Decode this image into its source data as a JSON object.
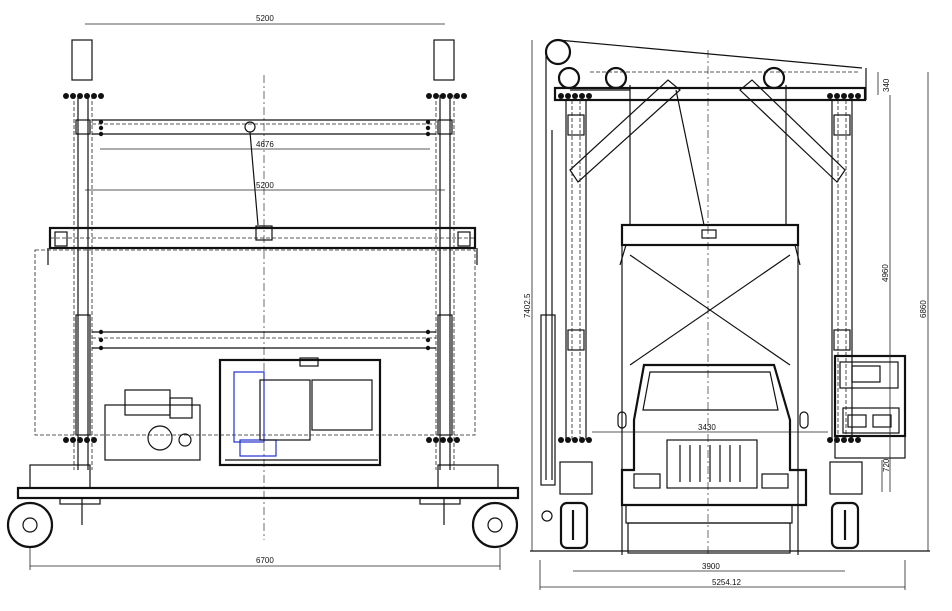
{
  "front_view": {
    "dimensions": {
      "top_span": "5200",
      "inner_bar": "4676",
      "mid_span": "5200",
      "overall_width": "6700"
    }
  },
  "side_view": {
    "dimensions": {
      "total_height": "7402.5",
      "top_offset": "340",
      "lift_height": "4960",
      "frame_height": "6860",
      "truck_width": "3430",
      "base_height": "720",
      "wheel_track": "3900",
      "overall_width": "5254.12"
    }
  },
  "colors": {
    "line": "#111111",
    "engine_outline": "#2233cc"
  }
}
